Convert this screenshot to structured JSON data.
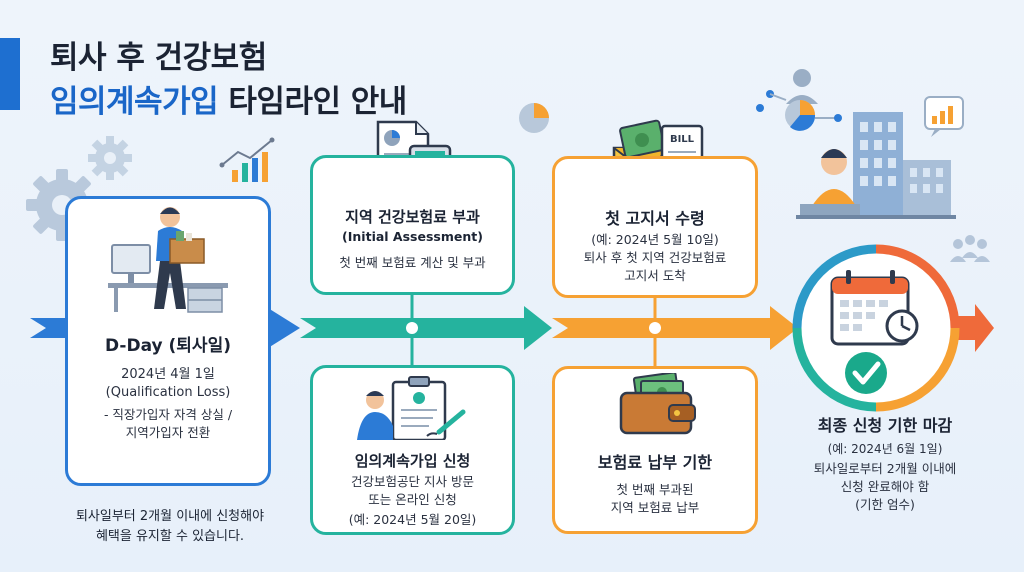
{
  "title": {
    "line1": "퇴사 후 건강보험",
    "line2_highlight": "임의계속가입",
    "line2_rest": " 타임라인 안내"
  },
  "dday": {
    "heading": "D-Day (퇴사일)",
    "date": "2024년 4월 1일",
    "sub": "(Qualification Loss)",
    "desc1": "- 직장가입자 자격 상실 /",
    "desc2": "지역가입자 전환"
  },
  "note": {
    "line1": "퇴사일부터 2개월 이내에 신청해야",
    "line2": "혜택을 유지할 수 있습니다."
  },
  "assess": {
    "heading": "지역 건강보험료 부과",
    "sub": "(Initial Assessment)",
    "desc": "첫 번째 보험료 계산 및 부과"
  },
  "apply": {
    "heading": "임의계속가입 신청",
    "desc1": "건강보험공단 지사 방문",
    "desc2": "또는 온라인 신청",
    "date": "(예: 2024년 5월 20일)"
  },
  "bill": {
    "heading": "첫 고지서 수령",
    "date": "(예: 2024년 5월 10일)",
    "desc1": "퇴사 후 첫 지역 건강보험료",
    "desc2": "고지서 도착",
    "icon_label": "BILL"
  },
  "pay": {
    "heading": "보험료 납부 기한",
    "desc1": "첫 번째 부과된",
    "desc2": "지역 보험료 납부"
  },
  "deadline": {
    "heading": "최종 신청 기한 마감",
    "date": "(예: 2024년 6월 1일)",
    "desc1": "퇴사일로부터 2개월 이내에",
    "desc2": "신청 완료해야 함",
    "desc3": "(기한 엄수)"
  },
  "colors": {
    "blue": "#2c7bd6",
    "teal": "#25b39e",
    "orange": "#f6a133",
    "red_orange": "#ef6a3a",
    "title_blue": "#1a66c8"
  },
  "icons": [
    "gear-icon",
    "chart-icon",
    "pie-chart-icon",
    "person-box-icon",
    "document-calculator-icon",
    "contract-sign-icon",
    "bill-envelope-icon",
    "wallet-icon",
    "calendar-clock-icon",
    "check-icon",
    "office-building-icon",
    "people-icon"
  ]
}
